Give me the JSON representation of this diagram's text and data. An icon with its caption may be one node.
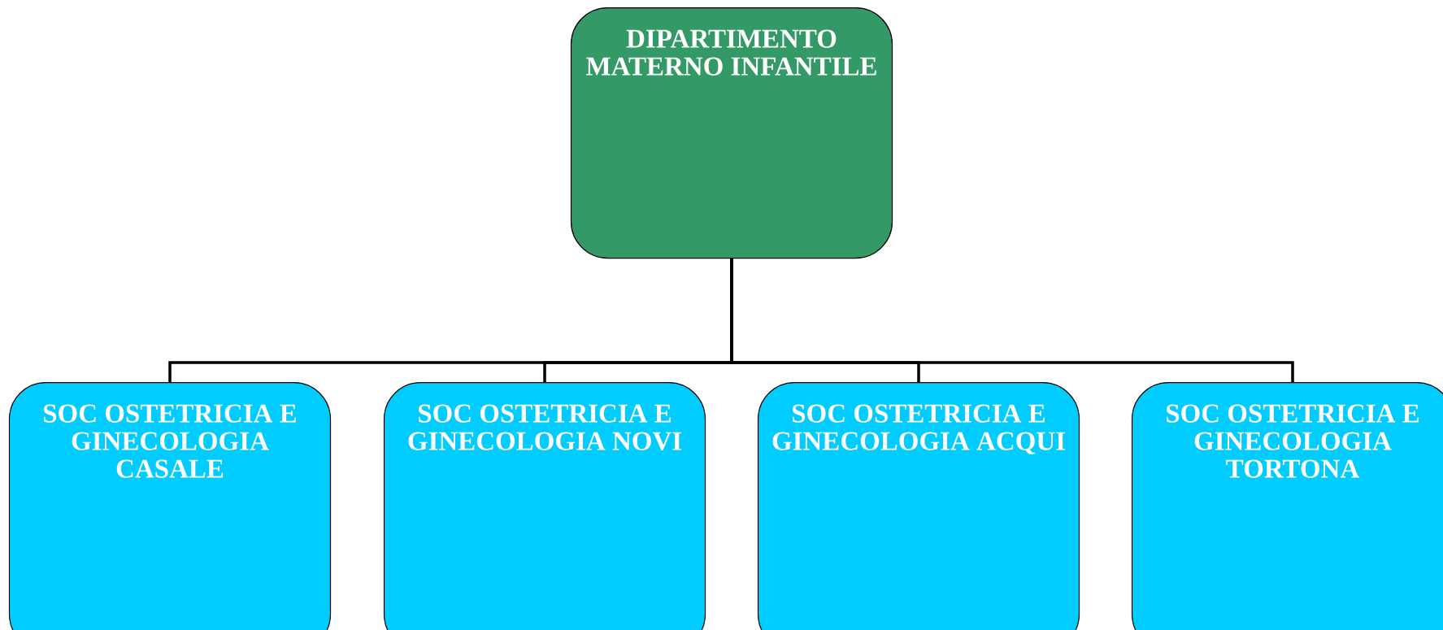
{
  "diagram": {
    "nodes": [
      {
        "text": [
          "DIPARTIMENTO MATERNO INFANTILE"
        ]
      },
      {
        "text": [
          "SOC OSTETRICIA E GINECOLOGIA CASALE"
        ]
      },
      {
        "text": [
          "SOC OSTETRICIA E GINECOLOGIA NOVI"
        ]
      },
      {
        "text": [
          "SOC OSTETRICIA E GINECOLOGIA ACQUI"
        ]
      },
      {
        "text": [
          "SOC OSTETRICIA E GINECOLOGIA TORTONA"
        ]
      }
    ],
    "edges": [
      {
        "from": 0,
        "to": 1,
        "arrow": "none"
      },
      {
        "from": 0,
        "to": 2,
        "arrow": "none"
      },
      {
        "from": 0,
        "to": 3,
        "arrow": "none"
      },
      {
        "from": 0,
        "to": 4,
        "arrow": "none"
      }
    ]
  }
}
